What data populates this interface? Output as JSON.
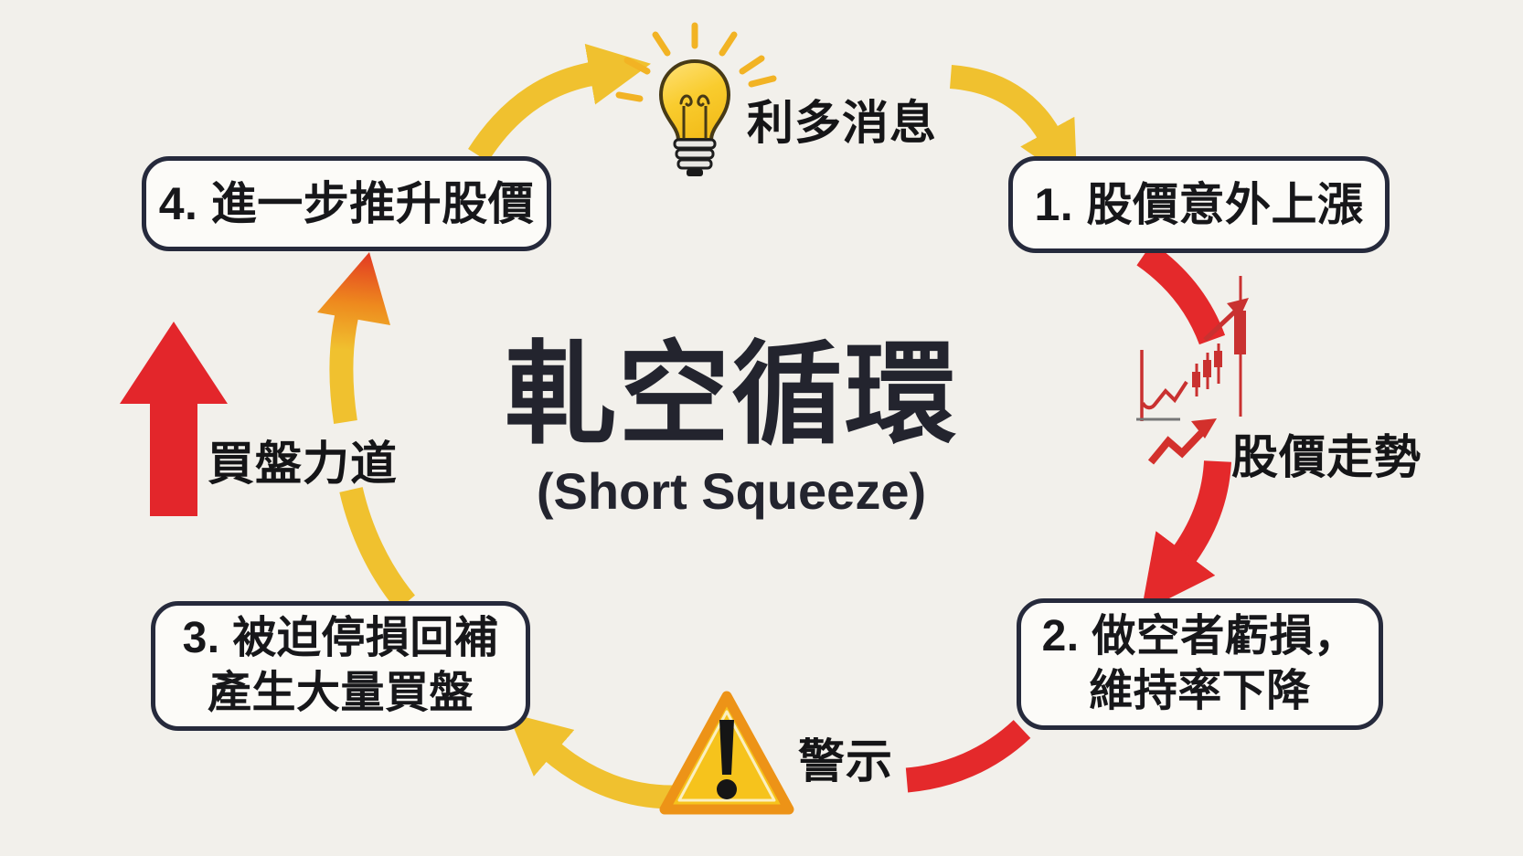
{
  "title": {
    "main": "軋空循環",
    "sub": "(Short Squeeze)"
  },
  "steps": [
    {
      "lines": [
        "1. 股價意外上漲"
      ]
    },
    {
      "lines": [
        "2. 做空者虧損，",
        "維持率下降"
      ]
    },
    {
      "lines": [
        "3. 被迫停損回補",
        "產生大量買盤"
      ]
    },
    {
      "lines": [
        "4. 進一步推升股價"
      ]
    }
  ],
  "annotations": {
    "top": "利多消息",
    "right": "股價走勢",
    "bottom": "警示",
    "left": "買盤力道"
  },
  "icons": {
    "top": "lightbulb-icon",
    "right": "candlestick-chart-icon",
    "bottom": "warning-triangle-icon",
    "left": "buying-pressure-up-arrow-icon"
  },
  "colors": {
    "background": "#F2F0EB",
    "box_border": "#262A3C",
    "box_fill": "#FCFBF8",
    "arrow_yellow": "#F0C12F",
    "arrow_red": "#E4292B",
    "arrowhead_gradient_orange": "#E8541F",
    "triangle_fill": "#F6C31C",
    "triangle_border": "#ED9317",
    "candlestick_red": "#C93130",
    "text_dark": "#17171A"
  }
}
